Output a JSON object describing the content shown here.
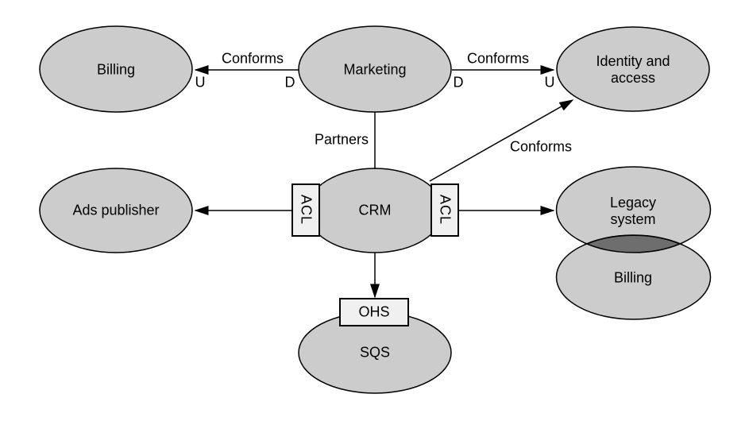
{
  "diagram": {
    "kind": "context-map",
    "background": "#ffffff",
    "colors": {
      "node_fill": "#cccccc",
      "box_fill": "#f0f0f0",
      "overlap_fill": "#6e6e6e",
      "stroke": "#000000"
    },
    "nodes": [
      {
        "id": "billing-top",
        "label": "Billing"
      },
      {
        "id": "marketing",
        "label": "Marketing"
      },
      {
        "id": "identity-access",
        "label": "Identity and access"
      },
      {
        "id": "ads-publisher",
        "label": "Ads publisher"
      },
      {
        "id": "crm",
        "label": "CRM"
      },
      {
        "id": "legacy-system",
        "label": "Legacy system"
      },
      {
        "id": "billing-bottom",
        "label": "Billing"
      },
      {
        "id": "sqs",
        "label": "SQS"
      }
    ],
    "edges": [
      {
        "from": "Marketing",
        "to": "Billing",
        "label": "Conforms",
        "upstream_marker": "U",
        "downstream_marker": "D"
      },
      {
        "from": "Marketing",
        "to": "Identity and access",
        "label": "Conforms",
        "upstream_marker": "U",
        "downstream_marker": "D"
      },
      {
        "from": "Marketing",
        "to": "CRM",
        "label": "Partners"
      },
      {
        "from": "CRM",
        "to": "Identity and access",
        "label": "Conforms"
      },
      {
        "from": "CRM",
        "to": "Ads publisher",
        "via": "ACL"
      },
      {
        "from": "CRM",
        "to": "Legacy system",
        "via": "ACL"
      },
      {
        "from": "CRM",
        "to": "SQS",
        "via": "OHS"
      }
    ],
    "overlap": {
      "between": [
        "Legacy system",
        "Billing"
      ]
    }
  }
}
